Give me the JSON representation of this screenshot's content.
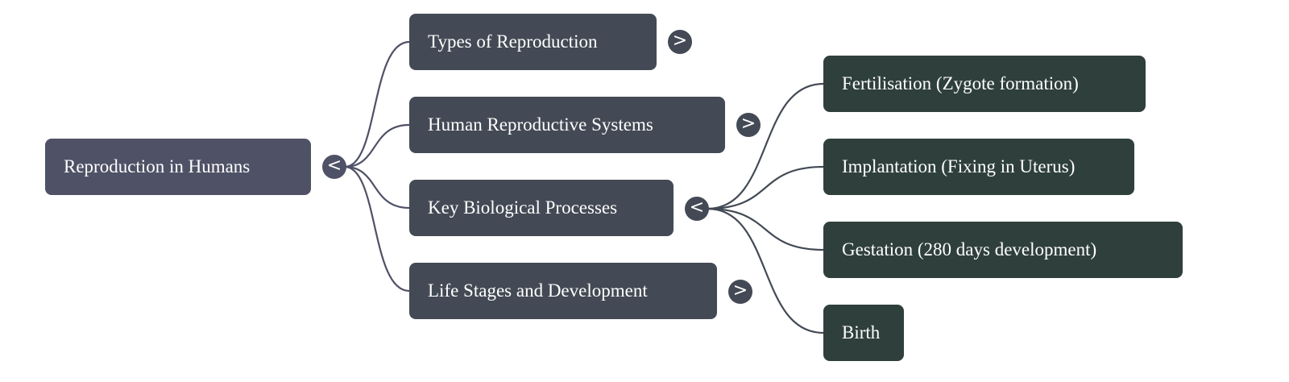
{
  "root": {
    "label": "Reproduction in Humans",
    "toggle": "<"
  },
  "children": [
    {
      "label": "Types of Reproduction",
      "toggle": ">"
    },
    {
      "label": "Human Reproductive Systems",
      "toggle": ">"
    },
    {
      "label": "Key Biological Processes",
      "toggle": "<"
    },
    {
      "label": "Life Stages and Development",
      "toggle": ">"
    }
  ],
  "processes": [
    {
      "label": "Fertilisation (Zygote formation)"
    },
    {
      "label": "Implantation (Fixing in Uterus)"
    },
    {
      "label": "Gestation (280 days development)"
    },
    {
      "label": "Birth"
    }
  ],
  "colors": {
    "root": "#4f5166",
    "level1": "#434a55",
    "level2": "#2f403c",
    "link1": "#4f5166",
    "link2": "#434a55"
  }
}
